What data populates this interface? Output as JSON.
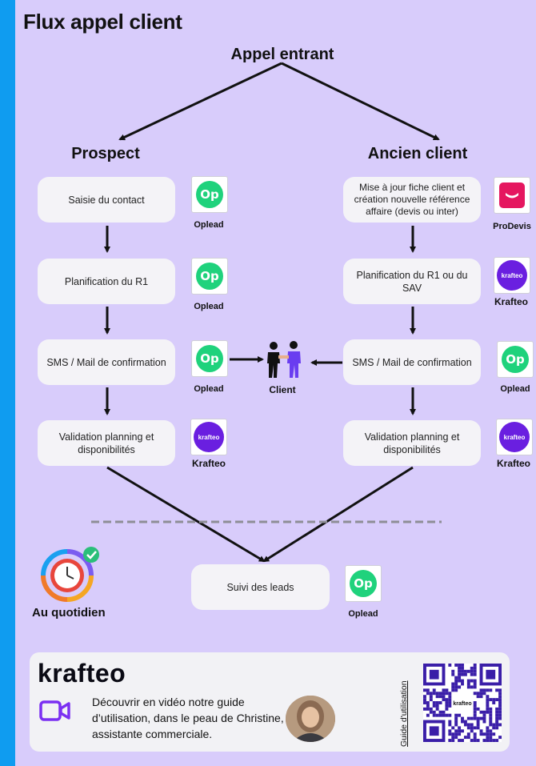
{
  "title": "Flux appel client",
  "flow": {
    "start": "Appel entrant",
    "left_heading": "Prospect",
    "right_heading": "Ancien client",
    "left_steps": [
      "Saisie du contact",
      "Planification du R1",
      "SMS / Mail de confirmation",
      "Validation planning et disponibilités"
    ],
    "right_steps": [
      "Mise à jour fiche client et création nouvelle référence affaire (devis ou inter)",
      "Planification du R1 ou du SAV",
      "SMS / Mail de confirmation",
      "Validation planning et disponibilités"
    ],
    "left_tools": [
      "Oplead",
      "Oplead",
      "Oplead",
      "Krafteo"
    ],
    "right_tools": [
      "ProDevis",
      "Krafteo",
      "Oplead",
      "Krafteo"
    ],
    "center_label": "Client",
    "daily_label": "Au quotidien",
    "leads_step": "Suivi des leads",
    "leads_tool": "Oplead",
    "logo_text": {
      "oplead": "Op",
      "krafteo": "krafteo"
    }
  },
  "footer": {
    "brand": "krafteo",
    "text": "Découvrir en vidéo notre guide d’utilisation, dans le peau de Christine, assistante commerciale.",
    "qr_side_label": "Guide d'utilisation",
    "qr_center": "krafteo"
  },
  "colors": {
    "background": "#d8ccfb",
    "stripe": "#0f9cf0",
    "oplead": "#1fd27c",
    "krafteo": "#6a1fe0",
    "prodevis": "#e5175f",
    "video_icon": "#7b2ff2"
  }
}
